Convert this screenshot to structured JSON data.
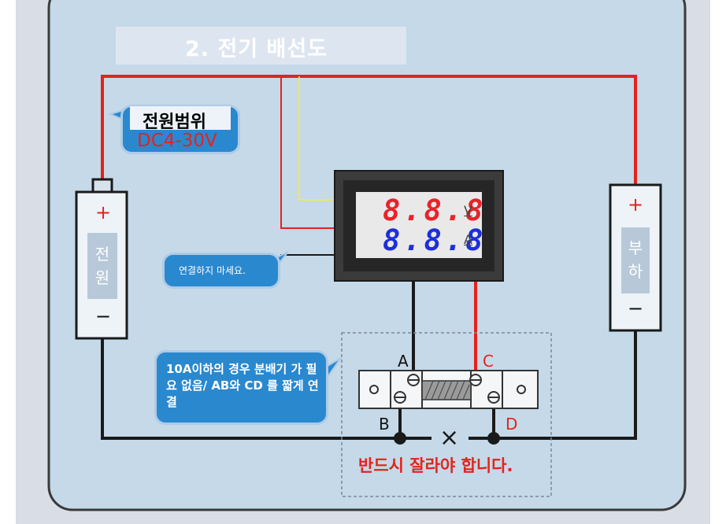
{
  "title": "2. 전기 배선도",
  "supply_range": {
    "label": "전원범위",
    "value": "DC4-30V"
  },
  "power_source": {
    "label_line1": "전",
    "label_line2": "원",
    "plus": "+",
    "minus": "−"
  },
  "load": {
    "label_line1": "부",
    "label_line2": "하",
    "plus": "+",
    "minus": "−"
  },
  "meter": {
    "volt_digits": "8.8.8",
    "volt_unit": "V",
    "amp_digits": "8.8.8",
    "amp_unit": "A"
  },
  "no_connect_note": "연결하지 마세요.",
  "shunt_note": "10A이하의 경우 분배기 가 필요 없음/ AB와 CD 를 짧게 연결",
  "terminals": {
    "a": "A",
    "b": "B",
    "c": "C",
    "d": "D"
  },
  "cut_symbol": "×",
  "cut_note": "반드시 잘라야 합니다.",
  "colors": {
    "background": "#c5d9e8",
    "positive_wire": "#e3231c",
    "signal_wire": "#f3e94b",
    "ground_wire": "#1a1a1a",
    "callout": "#2a88cf"
  }
}
